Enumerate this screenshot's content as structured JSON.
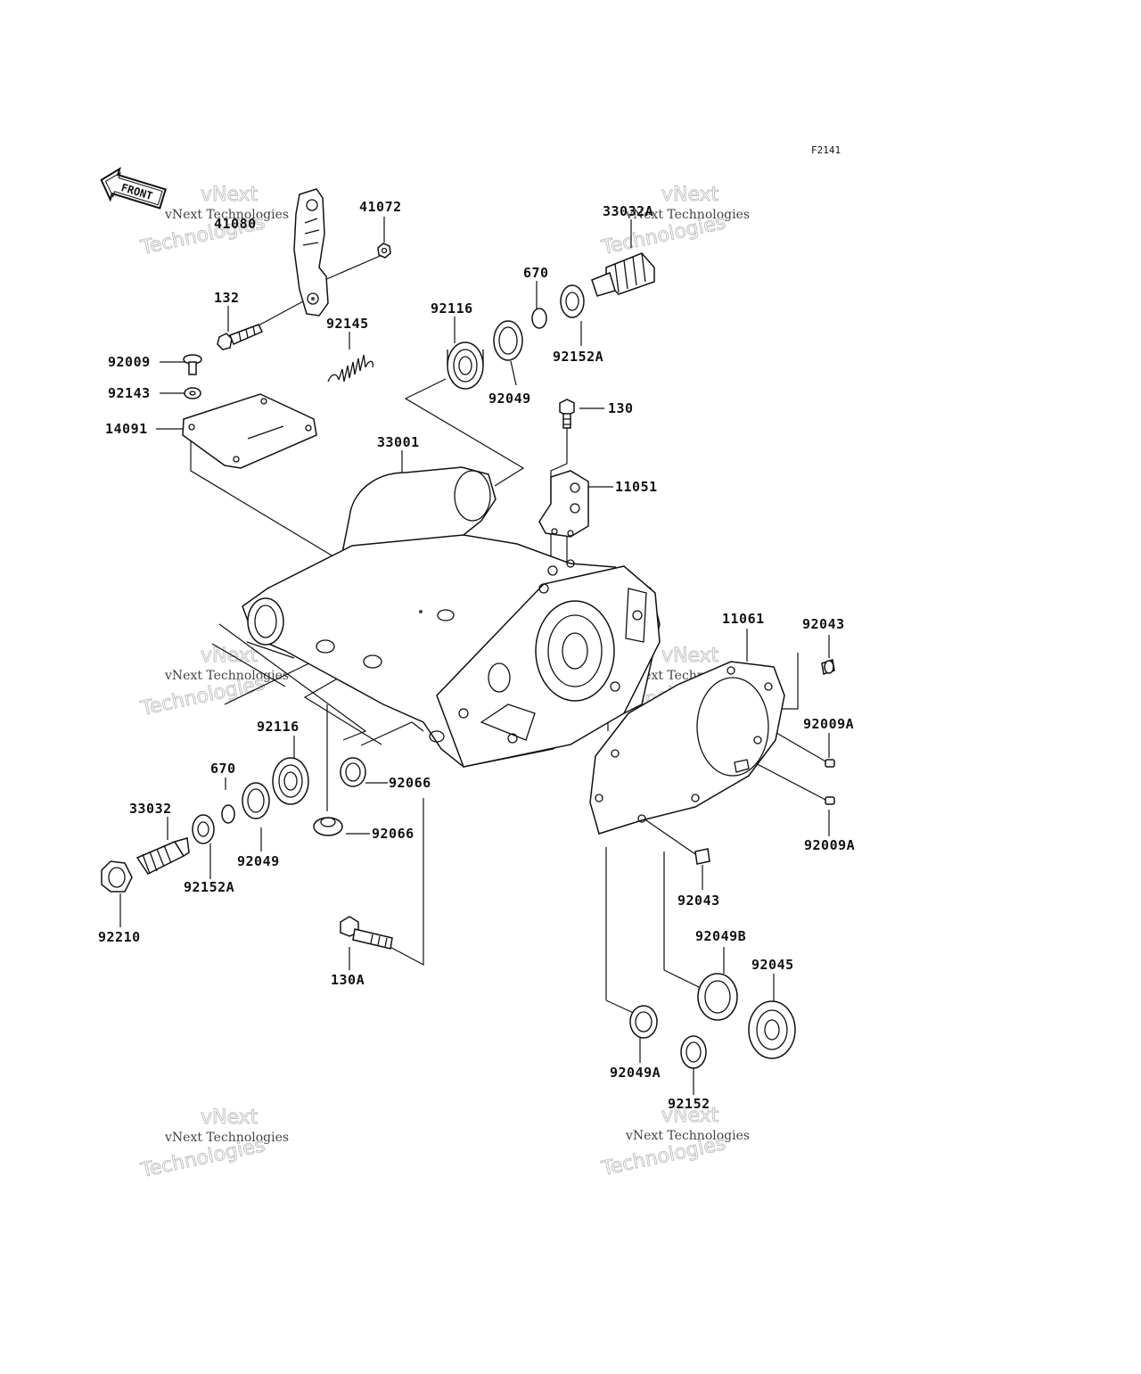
{
  "figure_ref": "F2141",
  "front_label": "FRONT",
  "watermark": {
    "line1": "vNext",
    "line2": "vNext Technologies",
    "line3": "Technologies"
  },
  "labels": {
    "p41072": "41072",
    "p41080": "41080",
    "p33032A": "33032A",
    "p132": "132",
    "p92145": "92145",
    "p92116_top": "92116",
    "p670_top": "670",
    "p92152A_top": "92152A",
    "p92009": "92009",
    "p92143": "92143",
    "p14091": "14091",
    "p92049_top": "92049",
    "p130": "130",
    "p33001": "33001",
    "p11051": "11051",
    "p11061": "11061",
    "p92043_top": "92043",
    "p92009A_1": "92009A",
    "p92009A_2": "92009A",
    "p92116_bot": "92116",
    "p670_bot": "670",
    "p33032": "33032",
    "p92066_1": "92066",
    "p92066_2": "92066",
    "p92049_bot": "92049",
    "p92152A_bot": "92152A",
    "p92210": "92210",
    "p92043_bot": "92043",
    "p92049B": "92049B",
    "p92045": "92045",
    "p130A": "130A",
    "p92049A": "92049A",
    "p92152": "92152"
  }
}
